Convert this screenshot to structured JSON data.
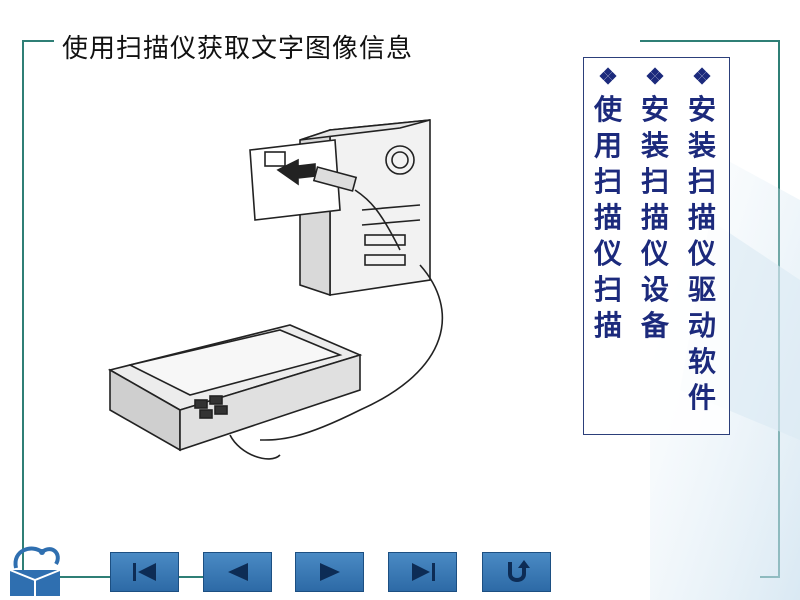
{
  "title": "使用扫描仪获取文字图像信息",
  "side_panel": {
    "bullet": "❖",
    "columns": [
      {
        "chars": [
          "使",
          "用",
          "扫",
          "描",
          "仪",
          "扫",
          "描"
        ]
      },
      {
        "chars": [
          "安",
          "装",
          "扫",
          "描",
          "仪",
          "设",
          "备"
        ]
      },
      {
        "chars": [
          "安",
          "装",
          "扫",
          "描",
          "仪",
          "驱",
          "动",
          "软",
          "件"
        ]
      }
    ]
  },
  "nav": {
    "buttons": [
      {
        "name": "first-page-button",
        "icon": "skip-first-icon"
      },
      {
        "name": "previous-page-button",
        "icon": "triangle-left-icon"
      },
      {
        "name": "next-page-button",
        "icon": "triangle-right-icon"
      },
      {
        "name": "last-page-button",
        "icon": "skip-last-icon"
      },
      {
        "name": "return-button",
        "icon": "u-turn-icon"
      }
    ]
  },
  "colors": {
    "frame": "#2f7f76",
    "panel_text": "#1c2a7c",
    "button": "#3b7bb8"
  }
}
